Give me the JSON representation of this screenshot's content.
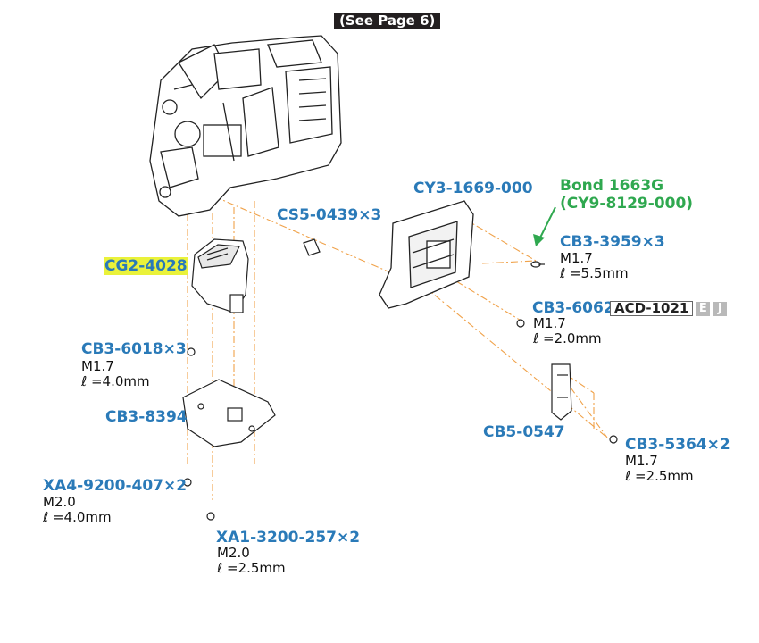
{
  "see_page": "(See Page 6)",
  "parts": {
    "cy3": "CY3-1669-000",
    "bond_name": "Bond 1663G",
    "bond_code": "(CY9-8129-000)",
    "cs5": "CS5-0439×3",
    "cg2": "CG2-4028",
    "cb3_3959": "CB3-3959×3",
    "cb3_3959_m": "M1.7",
    "cb3_3959_l": "ℓ =5.5mm",
    "cb3_6062": "CB3-6062",
    "acd_tag": "ACD-1021",
    "acd_e": "E",
    "acd_j": "J",
    "cb3_6062_m": "M1.7",
    "cb3_6062_l": "ℓ =2.0mm",
    "cb3_6018": "CB3-6018×3",
    "cb3_6018_m": "M1.7",
    "cb3_6018_l": "ℓ =4.0mm",
    "cb3_8394": "CB3-8394",
    "cb5_0547": "CB5-0547",
    "cb3_5364": "CB3-5364×2",
    "cb3_5364_m": "M1.7",
    "cb3_5364_l": "ℓ =2.5mm",
    "xa4": "XA4-9200-407×2",
    "xa4_m": "M2.0",
    "xa4_l": "ℓ =4.0mm",
    "xa1": "XA1-3200-257×2",
    "xa1_m": "M2.0",
    "xa1_l": "ℓ =2.5mm"
  },
  "colors": {
    "part_label": "#2a7ab8",
    "bond_label": "#2fa84f",
    "highlight": "#eaf23a",
    "leader_line": "#f0a24a"
  },
  "icons": [
    "camera-body-assembly",
    "shutter-unit",
    "bracket-plate",
    "sensor-frame",
    "bracket",
    "spacer",
    "screw",
    "arrow-icon"
  ]
}
